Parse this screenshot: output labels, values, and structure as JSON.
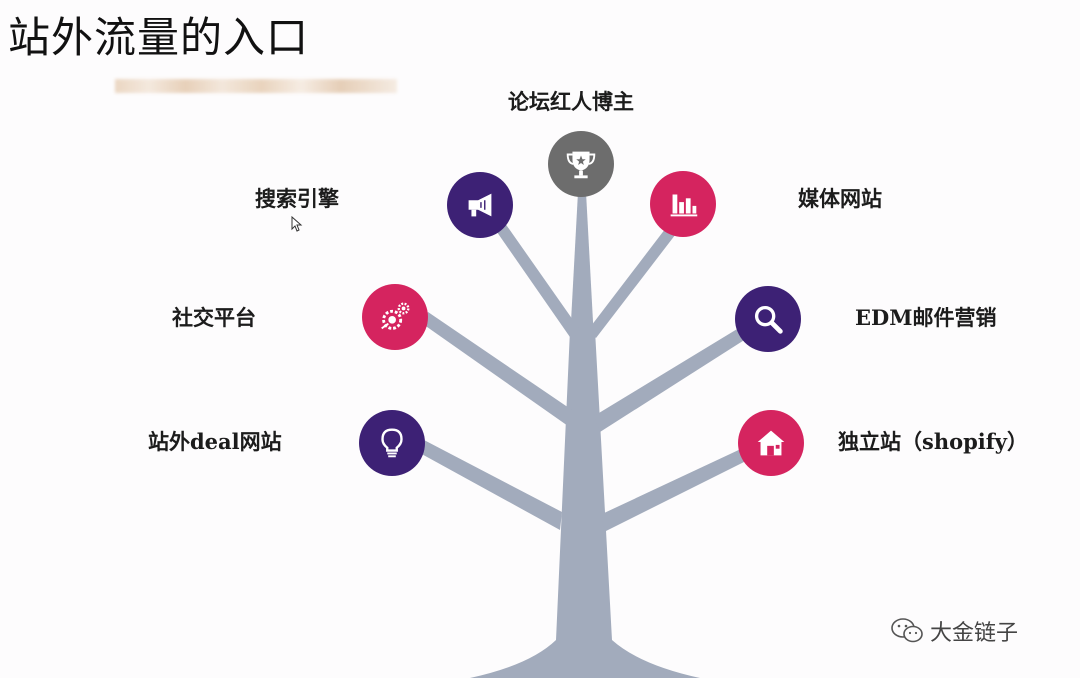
{
  "title": "站外流量的入口",
  "colors": {
    "purple": "#3d2175",
    "pink": "#d5245f",
    "grey": "#6d6d6d",
    "trunk": "#a2abbc"
  },
  "nodes": [
    {
      "id": "forum",
      "label": "论坛红人博主",
      "icon": "trophy-icon",
      "color": "grey"
    },
    {
      "id": "search",
      "label": "搜索引擎",
      "icon": "megaphone-icon",
      "color": "purple"
    },
    {
      "id": "media",
      "label": "媒体网站",
      "icon": "bar-chart-icon",
      "color": "pink"
    },
    {
      "id": "social",
      "label": "社交平台",
      "icon": "gears-icon",
      "color": "pink"
    },
    {
      "id": "edm",
      "label": "EDM邮件营销",
      "icon": "magnifier-icon",
      "color": "purple"
    },
    {
      "id": "deal",
      "label": "站外deal网站",
      "icon": "lightbulb-icon",
      "color": "purple"
    },
    {
      "id": "indie",
      "label": "独立站（shopify）",
      "icon": "house-icon",
      "color": "pink"
    }
  ],
  "watermark": {
    "text": "大金链子",
    "icon": "wechat-icon"
  }
}
